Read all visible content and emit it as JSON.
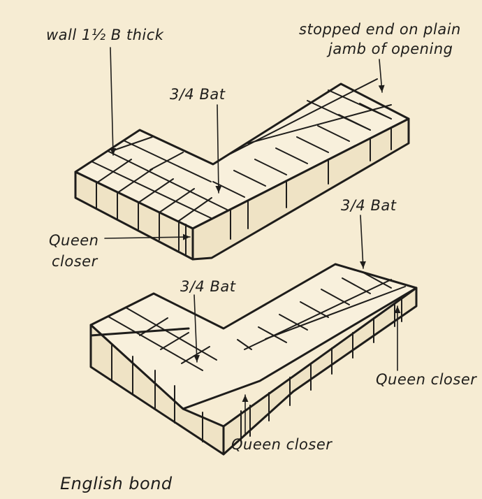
{
  "labels": {
    "wall_thickness": "wall 1½ B thick",
    "stopped_end_line1": "stopped end on plain",
    "stopped_end_line2": "jamb of opening",
    "three_quarter_bat_top": "3/4 Bat",
    "queen_closer_top_line1": "Queen",
    "queen_closer_top_line2": "closer",
    "three_quarter_bat_right": "3/4 Bat",
    "three_quarter_bat_lower": "3/4 Bat",
    "queen_closer_right": "Queen closer",
    "queen_closer_bottom": "Queen closer",
    "caption": "English bond"
  },
  "colors": {
    "paper": "#f6ecd3",
    "ink": "#1e1d1b",
    "brick_top": "#f8f0dc",
    "brick_face": "#efe3c5"
  }
}
